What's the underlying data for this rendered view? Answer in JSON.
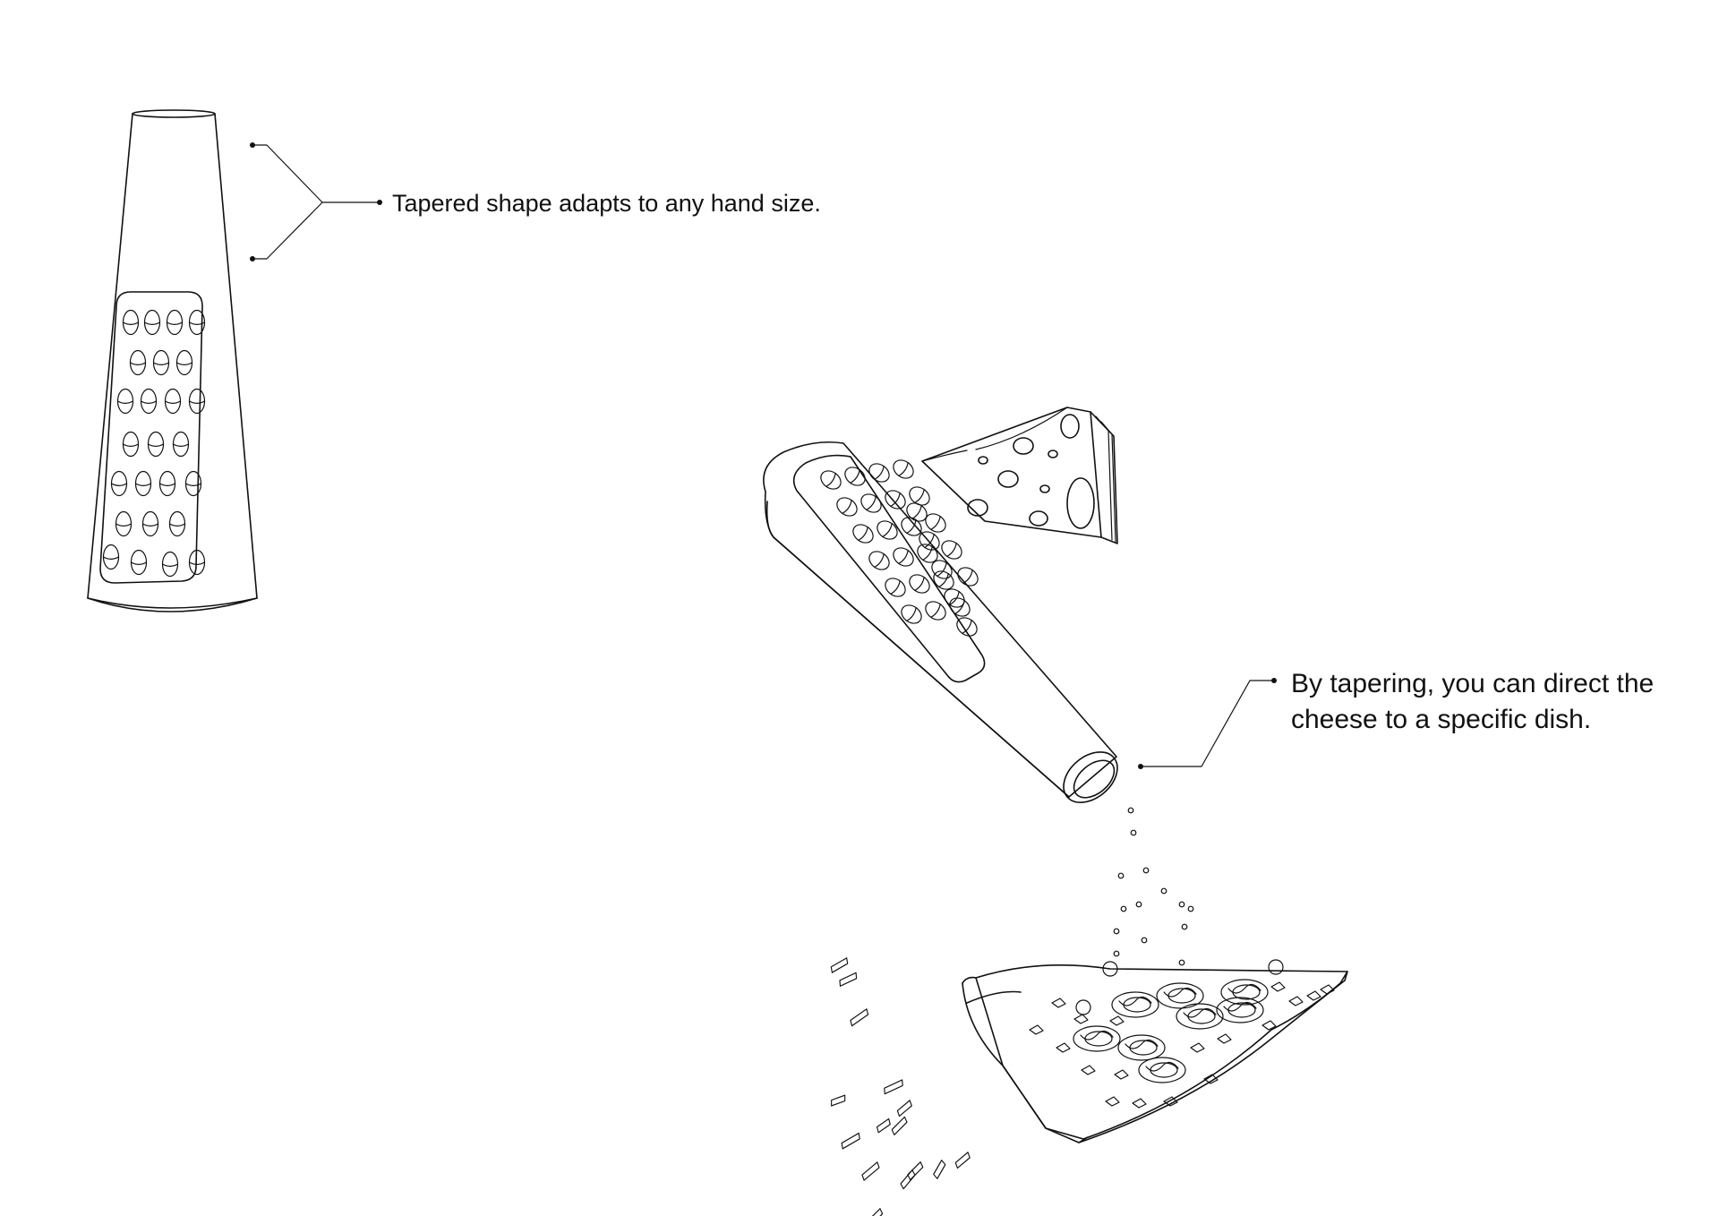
{
  "callouts": {
    "tapered_shape": "Tapered shape adapts to any hand size.",
    "direct_line1": "By tapering, you can direct the",
    "direct_line2": "cheese to a specific dish."
  },
  "colors": {
    "line": "#111111",
    "background": "#ffffff"
  },
  "icons": [
    "grater-upright-icon",
    "grater-tilted-icon",
    "cheese-wedge-icon",
    "cheese-shreds-icon",
    "pizza-slice-icon"
  ]
}
